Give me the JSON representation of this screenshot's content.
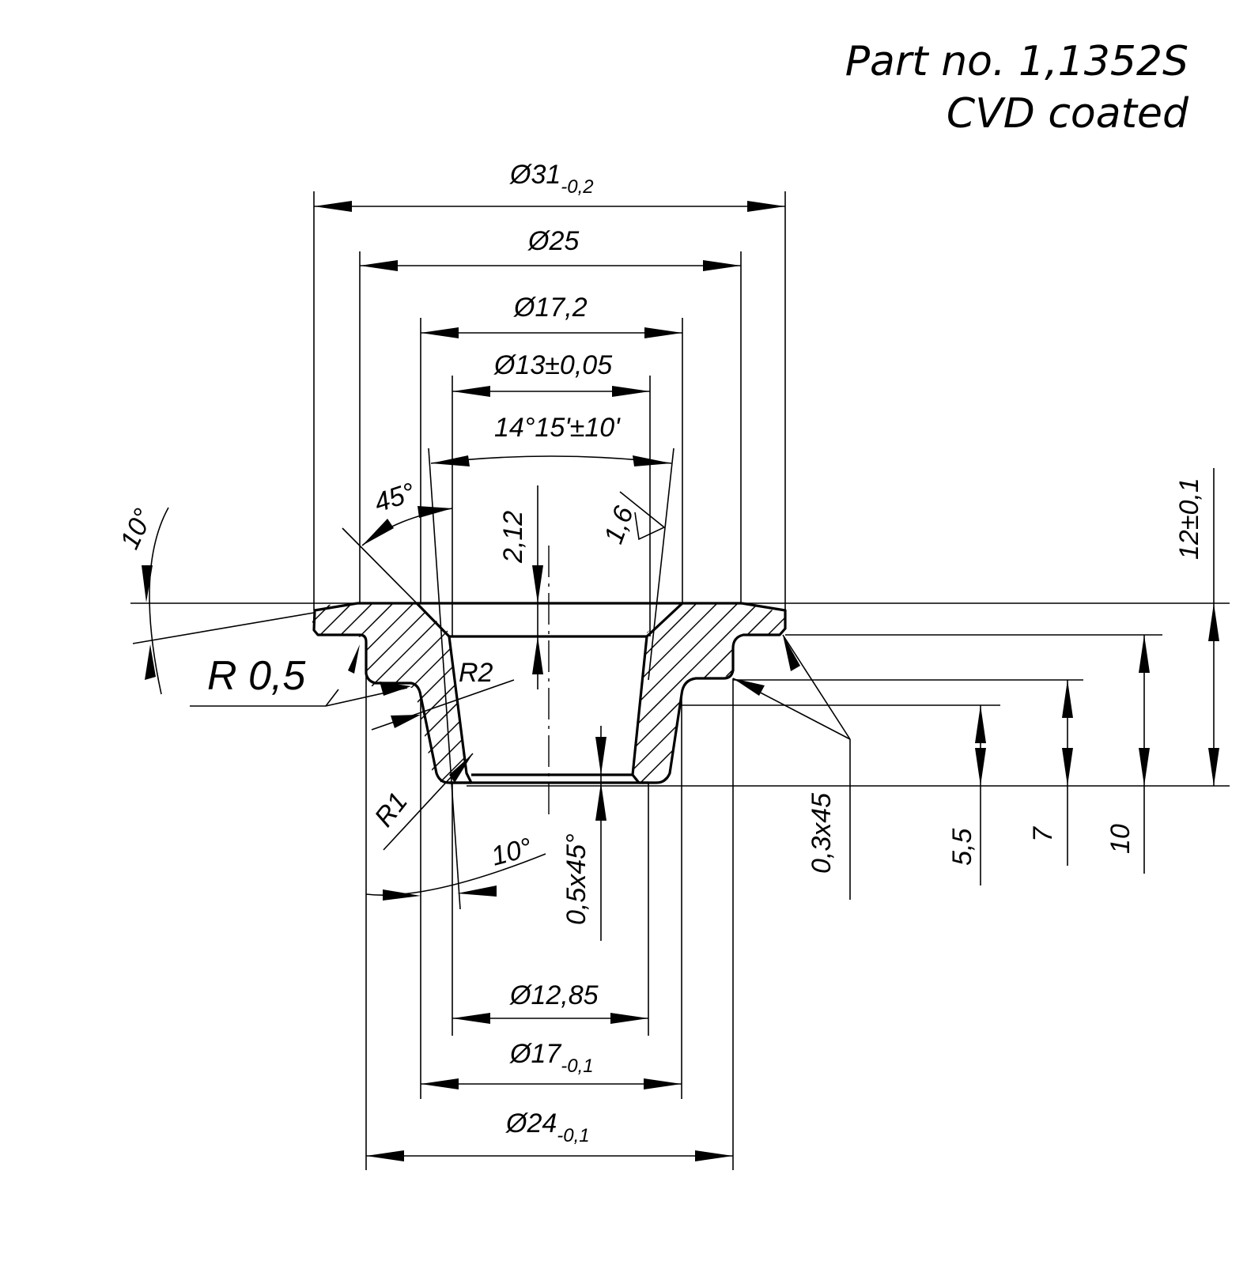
{
  "title": {
    "part_number": "Part no. 1,1352S",
    "coating": "CVD coated"
  },
  "drawing": {
    "diameters_top": [
      {
        "id": "d31",
        "label": "Ø31",
        "tol": "-0,2"
      },
      {
        "id": "d25",
        "label": "Ø25",
        "tol": ""
      },
      {
        "id": "d17_2",
        "label": "Ø17,2",
        "tol": ""
      },
      {
        "id": "d13",
        "label": "Ø13±0,05",
        "tol": ""
      },
      {
        "id": "angle14",
        "label": "14°15'±10'",
        "tol": ""
      }
    ],
    "diameters_bottom": [
      {
        "id": "d12_85",
        "label": "Ø12,85",
        "tol": ""
      },
      {
        "id": "d17",
        "label": "Ø17",
        "tol": "-0,1"
      },
      {
        "id": "d24",
        "label": "Ø24",
        "tol": "-0,1"
      }
    ],
    "heights": [
      {
        "id": "h5_5",
        "label": "5,5"
      },
      {
        "id": "h7",
        "label": "7"
      },
      {
        "id": "h10",
        "label": "10"
      },
      {
        "id": "h12",
        "label": "12±0,1"
      }
    ],
    "annotations": {
      "angle_45": "45°",
      "angle_10_top": "10°",
      "angle_10_bottom": "10°",
      "radius_05": "R 0,5",
      "radius_2": "R2",
      "radius_1": "R1",
      "depth_2_12": "2,12",
      "roughness": "1,6",
      "chamfer_05": "0,5x45°",
      "chamfer_03": "0,3x45"
    }
  }
}
